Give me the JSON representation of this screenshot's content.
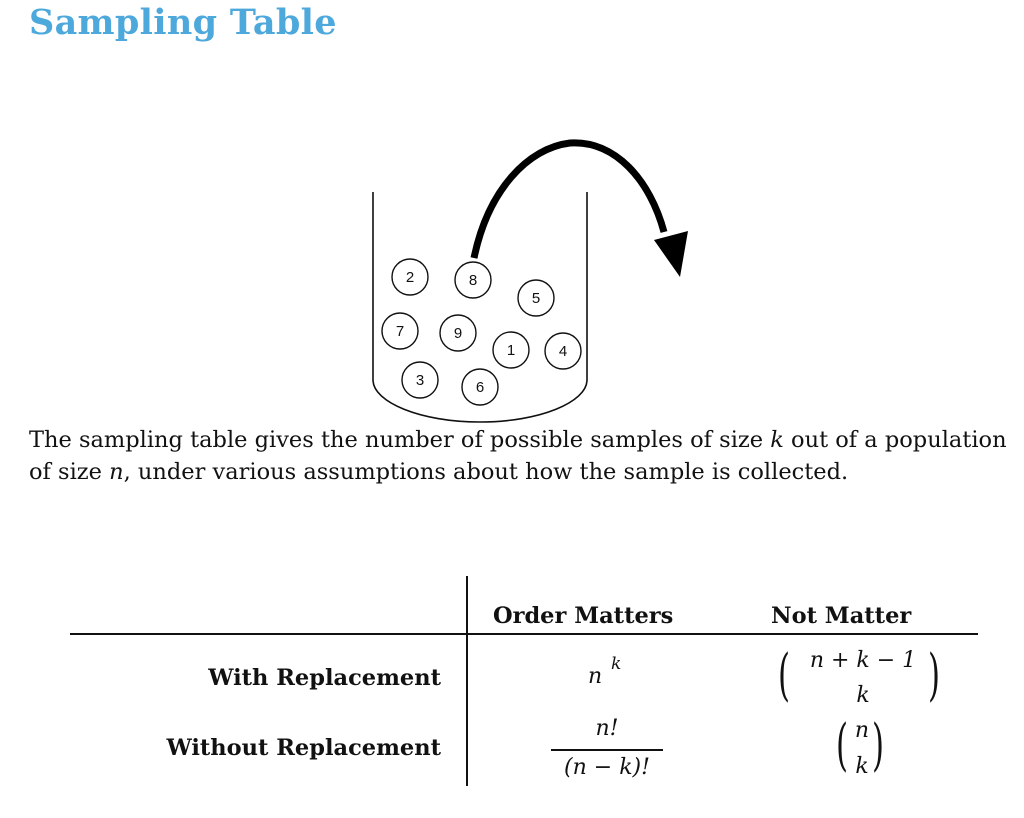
{
  "title": "Sampling Table",
  "figure": {
    "balls": [
      "2",
      "8",
      "5",
      "7",
      "9",
      "1",
      "4",
      "3",
      "6"
    ]
  },
  "intro": {
    "part1": "The sampling table gives the number of possible samples of size ",
    "var_k": "k",
    "part2": " out of a population of size ",
    "var_n": "n",
    "part3": ", under various assumptions about how the sample is collected."
  },
  "table": {
    "col_headers": [
      "Order Matters",
      "Not Matter"
    ],
    "rows": [
      {
        "label": "With Replacement",
        "order_matters": {
          "base": "n",
          "exponent": "k"
        },
        "not_matter": {
          "top": "n + k − 1",
          "bottom": "k"
        }
      },
      {
        "label": "Without Replacement",
        "order_matters": {
          "numerator": "n!",
          "denominator": "(n − k)!"
        },
        "not_matter": {
          "top": "n",
          "bottom": "k"
        }
      }
    ]
  },
  "colors": {
    "title": "#4da8dc",
    "text": "#111111"
  }
}
